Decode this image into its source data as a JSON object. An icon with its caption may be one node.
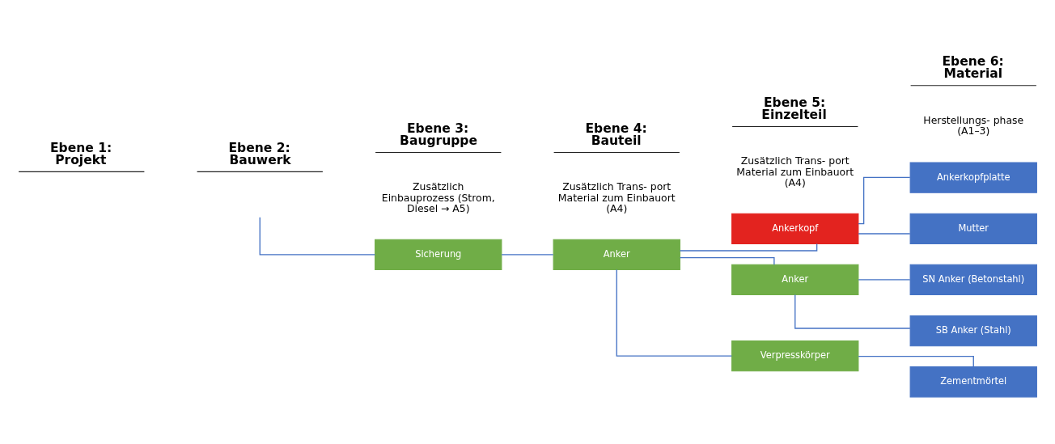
{
  "diagram": {
    "nodes": [
      {
        "text": [
          "Sicherung"
        ]
      },
      {
        "text": [
          "Anker"
        ]
      },
      {
        "text": [
          "Ankerkopf"
        ]
      },
      {
        "text": [
          "Anker"
        ]
      },
      {
        "text": [
          "Verpresskörper"
        ]
      },
      {
        "text": [
          "Ankerkopfplatte"
        ]
      },
      {
        "text": [
          "Mutter"
        ]
      },
      {
        "text": [
          "SN Anker (Betonstahl)"
        ]
      },
      {
        "text": [
          "SB Anker (Stahl)"
        ]
      },
      {
        "text": [
          "Zementmörtel"
        ]
      }
    ],
    "edges": [
      {
        "from": null,
        "to": 0,
        "arrow": "none"
      },
      {
        "from": 0,
        "to": 1,
        "arrow": "none"
      },
      {
        "from": 1,
        "to": 2,
        "arrow": "none"
      },
      {
        "from": 1,
        "to": 3,
        "arrow": "none"
      },
      {
        "from": 1,
        "to": 4,
        "arrow": "none"
      },
      {
        "from": 2,
        "to": 5,
        "arrow": "none"
      },
      {
        "from": 2,
        "to": 6,
        "arrow": "none"
      },
      {
        "from": 3,
        "to": 7,
        "arrow": "none"
      },
      {
        "from": 3,
        "to": 8,
        "arrow": "none"
      },
      {
        "from": 4,
        "to": 9,
        "arrow": "none"
      }
    ],
    "labels": [
      "Ebene 1: Projekt",
      "Ebene 2: Bauwerk",
      "Ebene 3: Baugruppe",
      "Ebene 4: Bauteil",
      "Ebene 5: Einzelteil",
      "Ebene 6: Material",
      "Zusätzlich Einbauprozess (Strom, Diesel → A5)",
      "Zusätzlich Trans- port Material zum Einbauort (A4)",
      "Zusätzlich Trans- port Material zum Einbauort (A4)",
      "Herstellungs- phase (A1–3)"
    ]
  }
}
